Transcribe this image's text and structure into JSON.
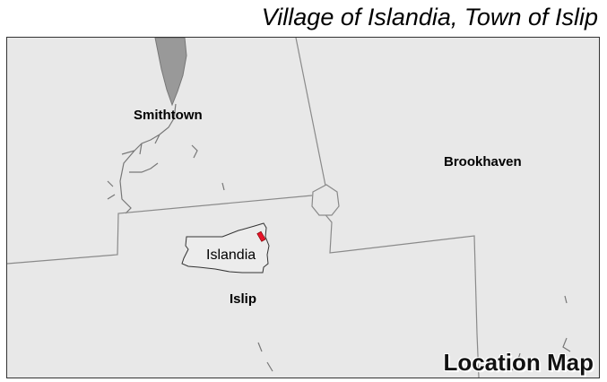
{
  "title": "Village of Islandia, Town of Islip",
  "map": {
    "towns": [
      {
        "name": "Smithtown"
      },
      {
        "name": "Brookhaven"
      },
      {
        "name": "Islip"
      }
    ],
    "village": {
      "name": "Islandia"
    },
    "legend_title": "Location Map",
    "colors": {
      "land": "#e8e8e8",
      "water": "#999999",
      "boundary": "#8a8a8a",
      "highlight": "#e8142a"
    }
  }
}
